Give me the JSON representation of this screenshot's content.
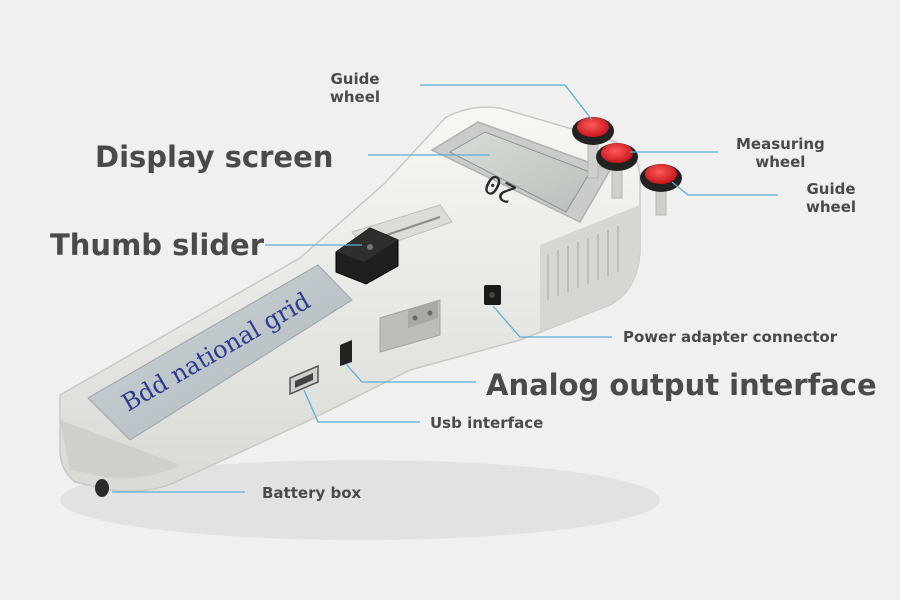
{
  "labels": {
    "guide_wheel_top_line1": "Guide",
    "guide_wheel_top_line2": "wheel",
    "display_screen": "Display screen",
    "measuring_wheel_line1": "Measuring",
    "measuring_wheel_line2": "wheel",
    "guide_wheel_right_line1": "Guide",
    "guide_wheel_right_line2": "wheel",
    "thumb_slider": "Thumb slider",
    "power_adapter_connector": "Power adapter connector",
    "analog_output_interface": "Analog output interface",
    "usb_interface": "Usb interface",
    "battery_box": "Battery box"
  },
  "device": {
    "brand_text": "Bdd national grid",
    "lcd_reading": "20"
  },
  "colors": {
    "background": "#f0f0f0",
    "label_text": "#4a4a4a",
    "leader_line": "#5aaed8",
    "wheel_red": "#e8262b",
    "brand_text": "#2a3d8f",
    "body": "#e9e9e6"
  }
}
